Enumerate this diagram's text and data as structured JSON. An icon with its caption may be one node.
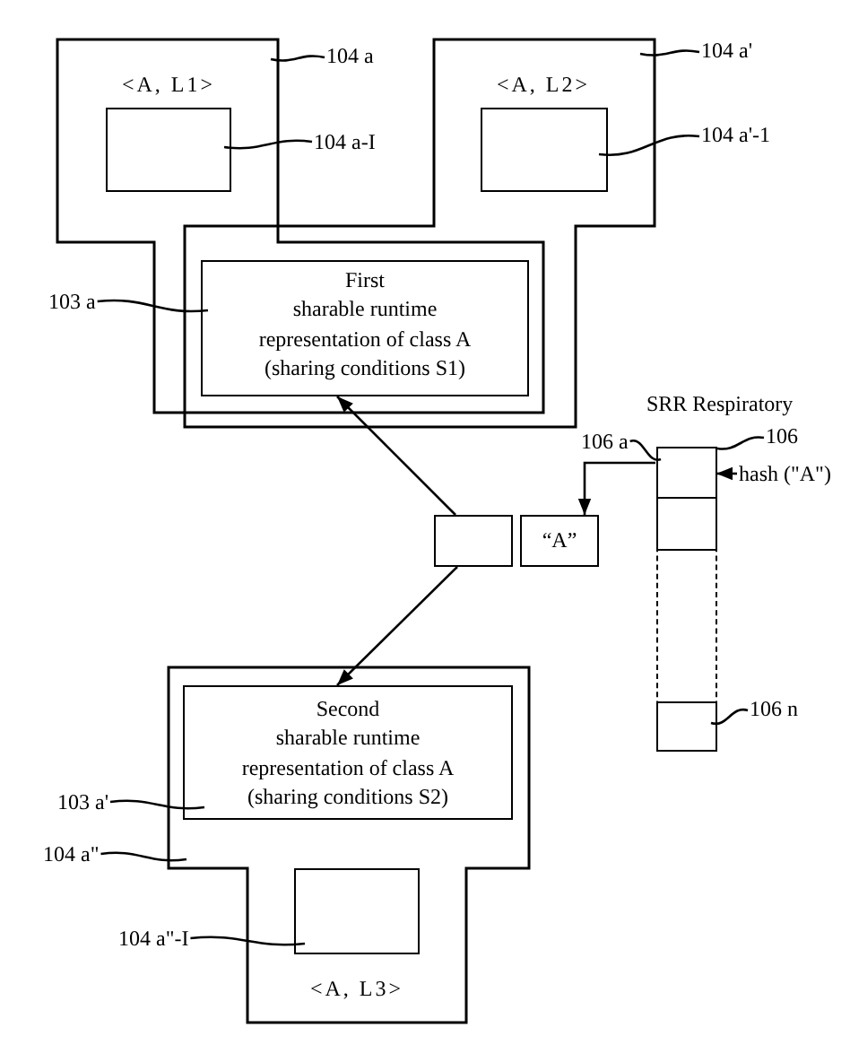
{
  "diagram": {
    "nodes": [
      {
        "text": [
          "<A, L1>"
        ]
      },
      {
        "text": [],
        "shape": "box",
        "in": 0
      },
      {
        "text": [
          "104 a"
        ]
      },
      {
        "text": [
          "<A, L2>"
        ]
      },
      {
        "text": [],
        "shape": "box",
        "in": 3
      },
      {
        "text": [
          "104 a'"
        ]
      },
      {
        "text": [
          "104 a-I"
        ]
      },
      {
        "text": [
          "104 a'-1"
        ]
      },
      {
        "text": [
          "103 a"
        ]
      },
      {
        "text": [
          "First",
          "sharable runtime representation of class A (sharing conditions S1)"
        ]
      },
      {
        "text": [
          "SRR Respiratory"
        ]
      },
      {
        "text": [
          "106 a"
        ]
      },
      {
        "text": [
          "106"
        ]
      },
      {
        "text": [],
        "shape": "box",
        "in": 10
      },
      {
        "text": [
          "hash (\"A\")"
        ]
      },
      {
        "text": [],
        "shape": "box",
        "in": 10
      },
      {
        "text": [],
        "shape": "box"
      },
      {
        "text": [
          "“A”"
        ]
      },
      {
        "text": [],
        "shape": "box",
        "in": 10
      },
      {
        "text": [
          "106 n"
        ]
      },
      {
        "text": [
          "<A, L3>"
        ]
      },
      {
        "text": [
          "Second",
          "sharable runtime representation of class A (sharing conditions S2)"
        ],
        "in": 20
      },
      {
        "text": [
          "103 a'"
        ]
      },
      {
        "text": [
          "104 a\""
        ]
      },
      {
        "text": [],
        "shape": "box",
        "in": 20
      },
      {
        "text": [
          "104 a\"-I"
        ]
      }
    ],
    "edges": [
      {
        "from": 2,
        "to": 0,
        "arrow": "none"
      },
      {
        "from": 5,
        "to": 3,
        "arrow": "none"
      },
      {
        "from": 6,
        "to": 1,
        "arrow": "none"
      },
      {
        "from": 7,
        "to": 4,
        "arrow": "none"
      },
      {
        "from": 8,
        "to": 9,
        "arrow": "none"
      },
      {
        "from": 11,
        "to": 13,
        "arrow": "none"
      },
      {
        "from": 12,
        "to": 10,
        "arrow": "none"
      },
      {
        "from": 14,
        "to": 13,
        "arrow": "to"
      },
      {
        "from": 13,
        "to": 17,
        "arrow": "to"
      },
      {
        "from": 16,
        "to": 9,
        "arrow": "to"
      },
      {
        "from": 16,
        "to": 21,
        "arrow": "to"
      },
      {
        "from": 19,
        "to": 18,
        "arrow": "none"
      },
      {
        "from": 22,
        "to": 21,
        "arrow": "none"
      },
      {
        "from": 23,
        "to": 20,
        "arrow": "none"
      },
      {
        "from": 25,
        "to": 24,
        "arrow": "none"
      }
    ]
  }
}
